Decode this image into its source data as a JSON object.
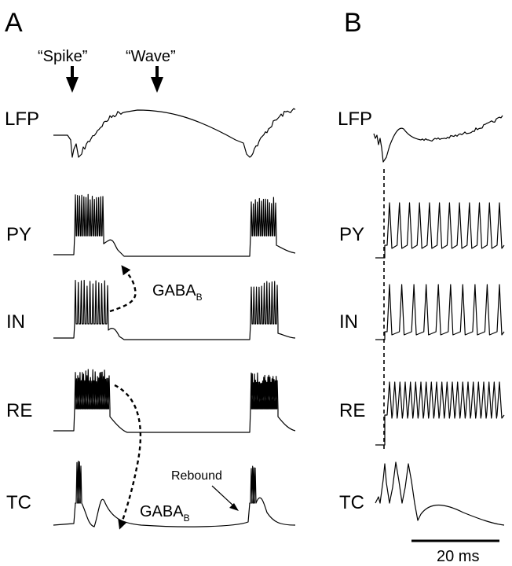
{
  "panels": {
    "a": "A",
    "b": "B"
  },
  "annotations": {
    "spike": "“Spike”",
    "wave": "“Wave”",
    "gaba_b_1": "GABA",
    "gaba_b_1_sub": "B",
    "gaba_b_2": "GABA",
    "gaba_b_2_sub": "B",
    "rebound": "Rebound"
  },
  "traces": [
    "LFP",
    "PY",
    "IN",
    "RE",
    "TC"
  ],
  "scale_bar": {
    "label": "20 ms"
  }
}
